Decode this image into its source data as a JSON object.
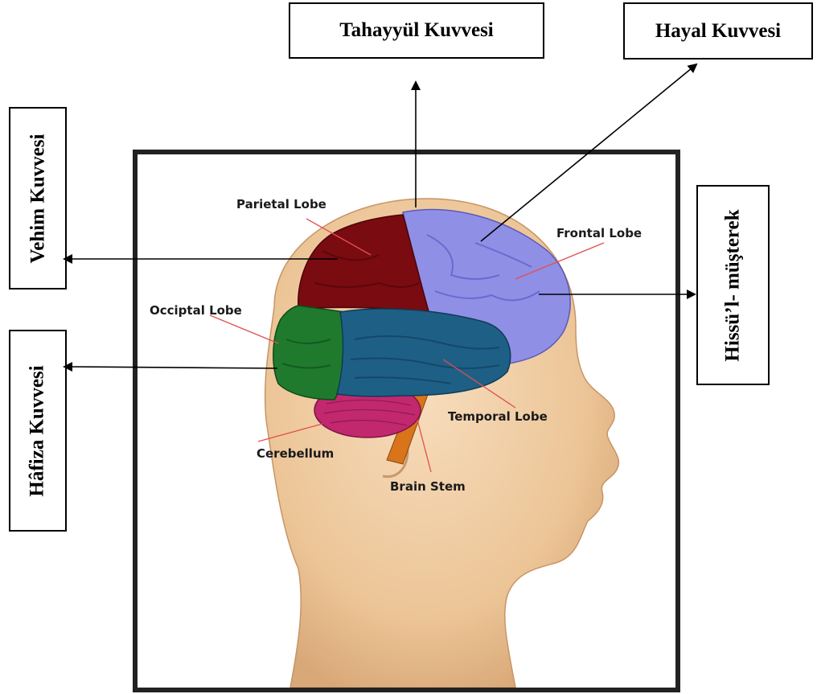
{
  "labels": {
    "tahayyul": "Tahayyül Kuvvesi",
    "hayal": "Hayal Kuvvesi",
    "vehim": "Vehim Kuvvesi",
    "hafiza": "Hâfiza Kuvvesi",
    "hissul": "Hissü’l- müşterek"
  },
  "brain_labels": {
    "parietal": "Parietal Lobe",
    "frontal": "Frontal Lobe",
    "occipital": "Occiptal Lobe",
    "temporal": "Temporal Lobe",
    "cerebellum": "Cerebellum",
    "brain_stem": "Brain Stem"
  },
  "colors": {
    "parietal": "#7a0b10",
    "frontal": "#8f8fe6",
    "occipital": "#1f7a2e",
    "temporal": "#1e5f86",
    "cerebellum": "#c2286e",
    "brain_stem": "#d9741a",
    "skin": "#efc9a0"
  }
}
